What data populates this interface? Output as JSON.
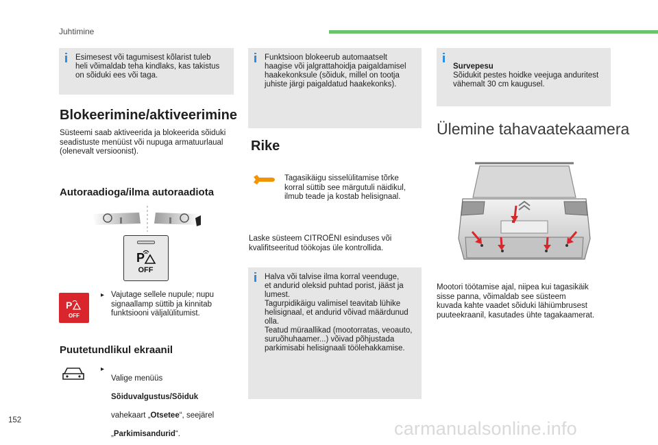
{
  "header": {
    "section": "Juhtimine"
  },
  "col1": {
    "note1": "Esimesest või tagumisest kõlarist tuleb\nheli võimaldab teha kindlaks, kas takistus\non sõiduki ees või taga.",
    "heading": "Blokeerimine/aktiveerimine",
    "intro": "Süsteemi saab aktiveerida ja blokeerida sõiduki\nseadistuste menüüst või nupuga armatuurlaual\n(olenevalt versioonist).",
    "subheading_radio": "Autoraadioga/ilma autoraadiota",
    "button_text": "OFF",
    "step_radio": "Vajutage sellele nupule; nupu\nsignaallamp süttib ja kinnitab\nfunktsiooni väljalülitumist.",
    "subheading_touch": "Puutetundlikul ekraanil",
    "step_touch_1": "Valige menüüs",
    "step_touch_menu": "Sõiduvalgustus/Sõiduk",
    "step_touch_2a": "vahekaart „",
    "step_touch_tab": "Otsetee",
    "step_touch_2b": "“, seejärel",
    "step_touch_3a": "„",
    "step_touch_item": "Parkimisandurid",
    "step_touch_3b": "“."
  },
  "col2": {
    "note_top": "Funktsioon blokeerub automaatselt\nhaagise või jalgrattahoidja paigaldamisel\nhaakekonksule (sõiduk, millel on tootja\njuhiste järgi paigaldatud haakekonks).",
    "heading": "Rike",
    "fault_text": "Tagasikäigu sisselülitamise tõrke\nkorral süttib see märgutuli näidikul,\nilmub teade ja kostab helisignaal.",
    "check_text": "Laske süsteem CITROËNI esinduses või\nkvalifitseeritud töökojas üle kontrollida.",
    "note_bottom": "Halva või talvise ilma korral veenduge,\net andurid oleksid puhtad porist, jääst ja\nlumest.\nTagurpidikäigu valimisel teavitab lühike\nhelisignaal, et andurid võivad määrdunud\nolla.\nTeatud müraallikad (mootorratas, veoauto,\nsuruõhuhaamer...) võivad põhjustada\nparkimisabi helisignaali töölehakkamise."
  },
  "col3": {
    "note_title": "Survepesu",
    "note_text": "Sõidukit pestes hoidke veejuga anduritest\nvähemalt 30 cm kaugusel.",
    "heading": "Ülemine tahavaatekaamera",
    "camera_text": "Mootori töötamise ajal, niipea kui tagasikäik\nsisse panna, võimaldab see süsteem\nkuvada kahte vaadet sõiduki lähiümbrusest\npuuteekraanil, kasutades ühte tagakaamerat."
  },
  "footer": {
    "page_number": "152",
    "watermark": "carmanualsonline.info"
  },
  "colors": {
    "info_bar": "#2e8fe0",
    "accent_green": "#6cc26f",
    "alert_red": "#d9262c",
    "wrench_orange": "#f29400",
    "box_gray": "#e6e6e6"
  },
  "icons": [
    "park-assist-off-button-icon",
    "park-assist-off-red-icon",
    "car-settings-icon",
    "wrench-warning-icon",
    "rear-car-sensors-illustration"
  ]
}
